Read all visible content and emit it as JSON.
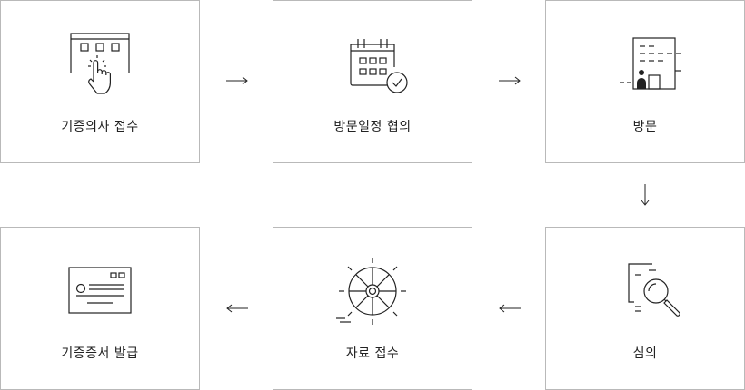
{
  "steps": [
    {
      "label": "기증의사 접수",
      "icon": "hand-click-icon"
    },
    {
      "label": "방문일정 협의",
      "icon": "calendar-check-icon"
    },
    {
      "label": "방문",
      "icon": "building-visit-icon"
    },
    {
      "label": "심의",
      "icon": "document-search-icon"
    },
    {
      "label": "자료 접수",
      "icon": "film-reel-icon"
    },
    {
      "label": "기증증서 발급",
      "icon": "certificate-icon"
    }
  ],
  "arrows": [
    "right-arrow",
    "right-arrow",
    "down-arrow",
    "left-arrow",
    "left-arrow"
  ],
  "colors": {
    "border": "#b9b9b9",
    "icon": "#222222",
    "text": "#222222"
  }
}
